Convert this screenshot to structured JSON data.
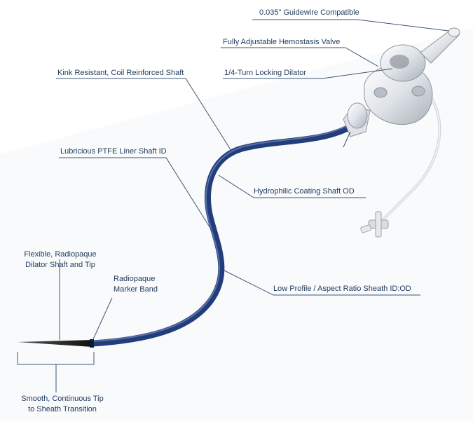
{
  "diagram": {
    "labels": {
      "guidewire": "0.035\" Guidewire Compatible",
      "hemostasis": "Fully Adjustable Hemostasis Valve",
      "locking": "1/4-Turn Locking Dilator",
      "kink": "Kink Resistant, Coil Reinforced Shaft",
      "ptfe": "Lubricious PTFE Liner Shaft ID",
      "hydrophilic": "Hydrophilic Coating Shaft OD",
      "dilator_line1": "Flexible, Radiopaque",
      "dilator_line2": "Dilator Shaft and Tip",
      "marker_line1": "Radiopaque",
      "marker_line2": "Marker Band",
      "low_profile": "Low Profile / Aspect Ratio Sheath ID:OD",
      "smooth_line1": "Smooth, Continuous Tip",
      "smooth_line2": "to Sheath Transition"
    },
    "colors": {
      "shaft": "#233d7a",
      "shaft_highlight": "#6f86bf",
      "leader": "#3c5675",
      "hub": "#e7eaee",
      "tip": "#1a1a1a"
    }
  }
}
